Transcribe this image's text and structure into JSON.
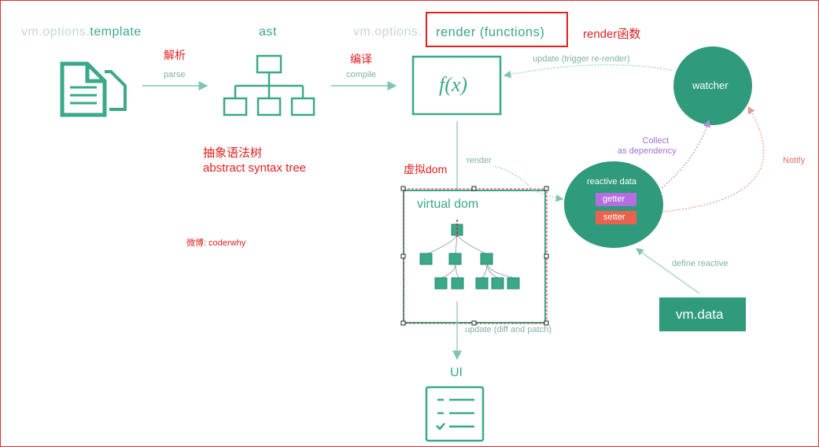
{
  "stages": {
    "template_prefix": "vm.options.",
    "template": "template",
    "ast": "ast",
    "render_prefix": "vm.options.",
    "render": "render (functions)",
    "virtual_dom": "virtual dom",
    "ui": "UI",
    "watcher": "watcher",
    "reactive_data": "reactive data",
    "getter": "getter",
    "setter": "setter",
    "vm_data": "vm.data",
    "fx": "f(x)"
  },
  "edges": {
    "parse": "parse",
    "compile": "compile",
    "render": "render",
    "update_trigger": "update (trigger re-render)",
    "collect_line1": "Collect",
    "collect_line2": "as dependency",
    "notify": "Notify",
    "define_reactive": "define reactive",
    "update_diff": "update (diff and patch)"
  },
  "annotations": {
    "parse_cn": "解析",
    "compile_cn": "编译",
    "render_cn": "render函数",
    "ast_cn": "抽象语法树",
    "ast_en": "abstract syntax tree",
    "vdom_cn": "虚拟dom",
    "weibo": "微博: coderwhy"
  },
  "colors": {
    "teal": "#3aa88a",
    "teal_dark": "#2f9a7c",
    "red": "#e02020",
    "getter": "#b36ee0",
    "setter": "#e8624f",
    "purple_text": "#a070d0",
    "notify_text": "#e07060"
  }
}
